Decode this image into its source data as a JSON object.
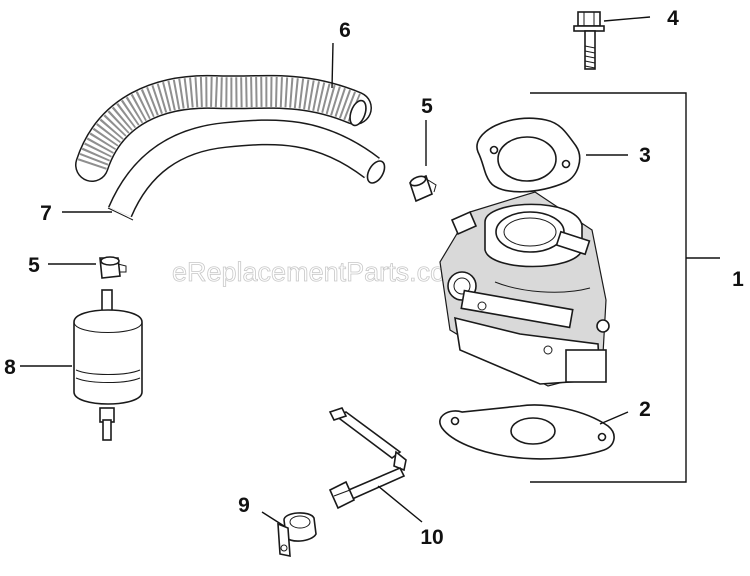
{
  "watermark": "eReplacementParts.com",
  "callouts": {
    "c1": "1",
    "c2": "2",
    "c3": "3",
    "c4": "4",
    "c5a": "5",
    "c5b": "5",
    "c6": "6",
    "c7": "7",
    "c8": "8",
    "c9": "9",
    "c10": "10"
  }
}
